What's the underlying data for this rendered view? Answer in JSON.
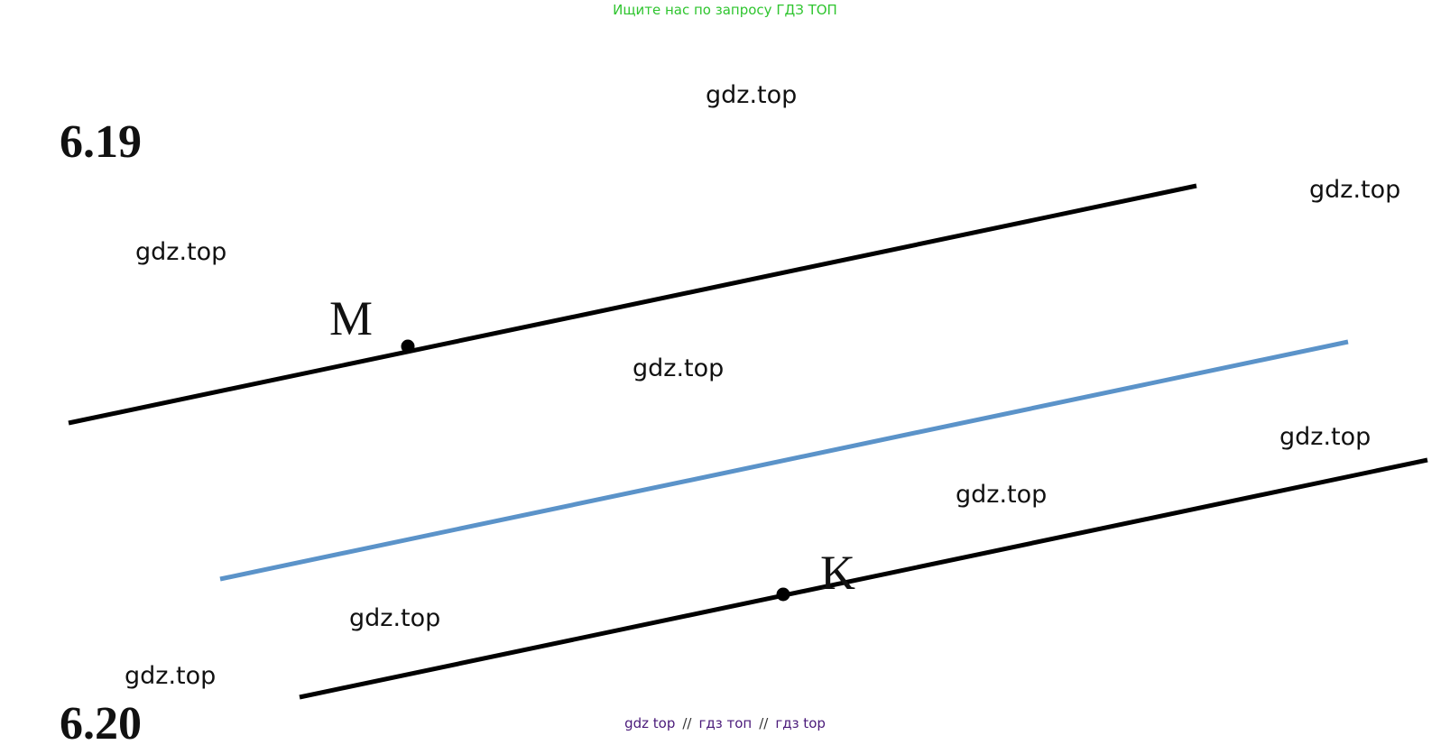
{
  "banner": {
    "text": "Ищите нас по запросу ГДЗ ТОП",
    "color": "#2fc52f"
  },
  "problem": {
    "number": "6.19",
    "next_number": "6.20"
  },
  "points": {
    "m_label": "M",
    "k_label": "K"
  },
  "lines": {
    "line_through_m_color": "#000000",
    "middle_line_color": "#5b93c9",
    "line_through_k_color": "#000000"
  },
  "watermarks": [
    "gdz.top",
    "gdz.top",
    "gdz.top",
    "gdz.top",
    "gdz.top",
    "gdz.top",
    "gdz.top",
    "gdz.top"
  ],
  "footer": {
    "link1": "gdz top",
    "separator": "//",
    "link2": "гдз топ",
    "link3": "гдз top"
  }
}
